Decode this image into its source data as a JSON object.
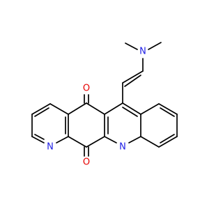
{
  "molecule": {
    "atoms": [
      {
        "symbol": "N",
        "color": "#1f1fe6"
      },
      {
        "symbol": "O",
        "color": "#e60000"
      },
      {
        "symbol": "O",
        "color": "#e60000"
      },
      {
        "symbol": "N",
        "color": "#1f1fe6"
      },
      {
        "symbol": "N",
        "color": "#1f1fe6"
      }
    ]
  }
}
